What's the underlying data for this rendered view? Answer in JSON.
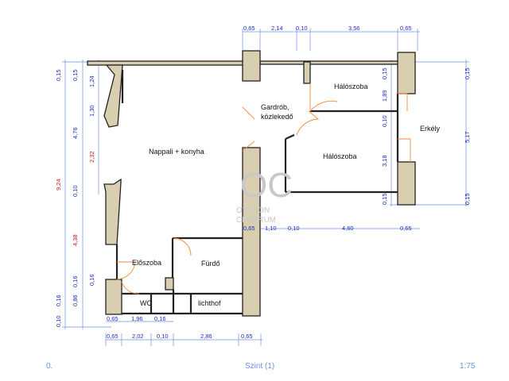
{
  "rooms": {
    "nappali": "Nappali + konyha",
    "gardrob_1": "Gardrób,",
    "gardrob_2": "közlekedő",
    "haloszoba_1": "Hálószoba",
    "haloszoba_2": "Hálószoba",
    "erkely": "Erkély",
    "eloszoba": "Előszoba",
    "furdo": "Fürdő",
    "wc": "WC",
    "lichthof": "lichthof"
  },
  "logo": {
    "mark": "OC",
    "line1": "OTTHON",
    "line2": "CENTRUM"
  },
  "dimensions": {
    "top": [
      "0,65",
      "2,14",
      "0,10",
      "3,56",
      "0,65"
    ],
    "mid_row": [
      "0,65",
      "1,10",
      "0,10",
      "4,60",
      "0,65"
    ],
    "bottom_inner": [
      "0,65",
      "1,96",
      "0,16"
    ],
    "bottom": [
      "0,65",
      "2,02",
      "0,10",
      "2,86",
      "0,65"
    ],
    "left_outer": [
      "0,15",
      "9,24",
      "0,16",
      "0,10"
    ],
    "left_middle": [
      "0,15",
      "4,76",
      "0,10",
      "4,38",
      "0,16",
      "0,86"
    ],
    "left_inner": [
      "1,24",
      "1,30",
      "2,32",
      "0,16"
    ],
    "right_inner": [
      "0,15",
      "1,89",
      "0,10",
      "3,18",
      "0,15"
    ],
    "right_outer": [
      "0,15",
      "5,17",
      "0,15"
    ]
  },
  "footer": {
    "left": "0.",
    "center": "Szint (1)",
    "right": "1:75"
  },
  "colors": {
    "wall_fill": "#d9cfb0",
    "dimension": "#1a2bc0",
    "dimension_highlight": "#d01818",
    "door": "#f08a3c"
  }
}
